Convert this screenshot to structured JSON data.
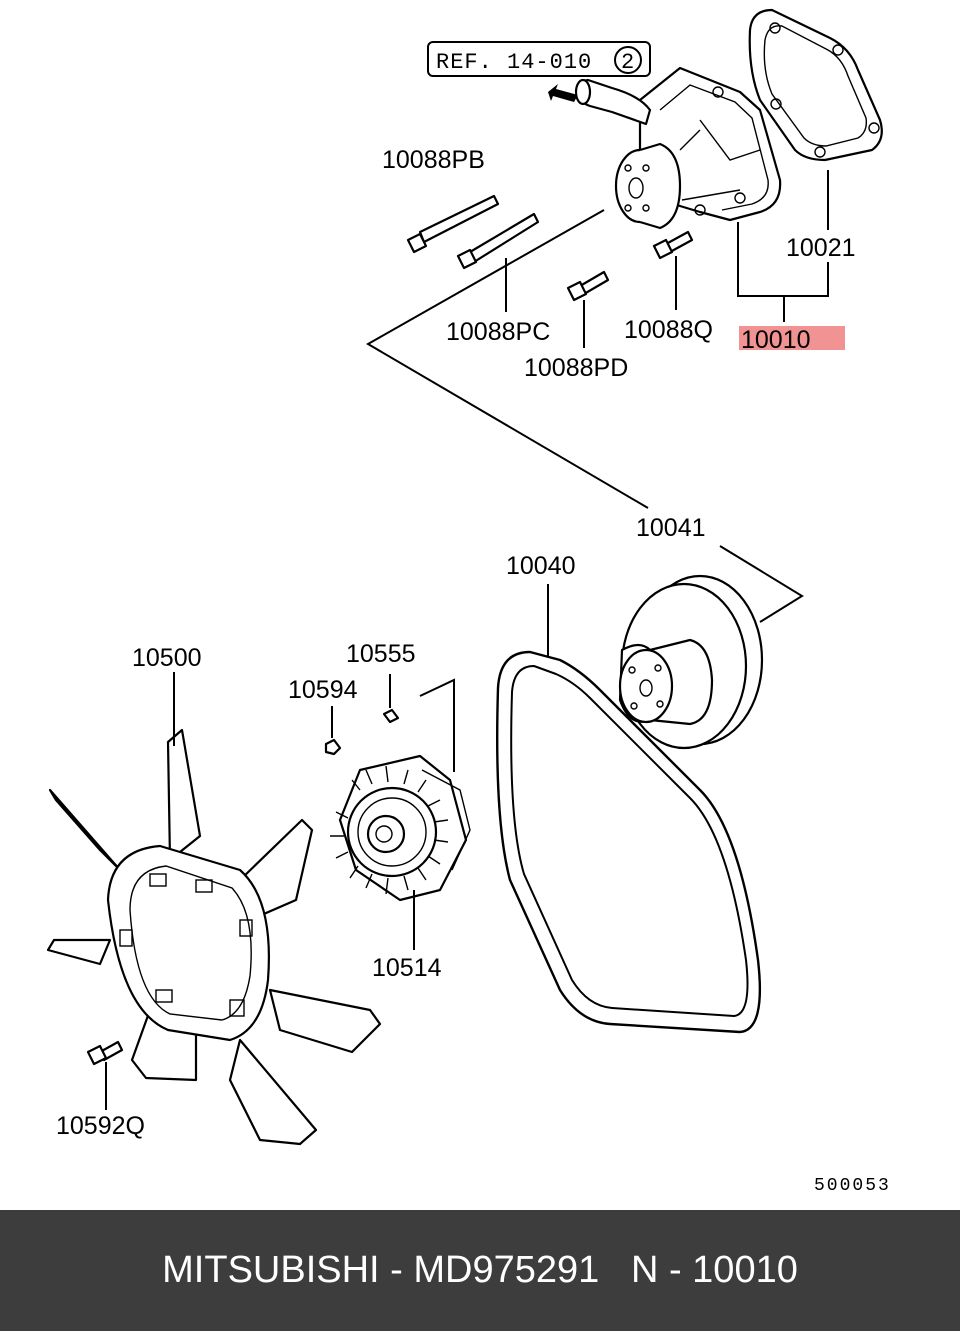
{
  "reference": {
    "text": "REF. 14-010",
    "circle_number": "2"
  },
  "parts": [
    {
      "id": "bolt-pb",
      "label": "10088PB"
    },
    {
      "id": "gasket",
      "label": "10021"
    },
    {
      "id": "bolt-pc",
      "label": "10088PC"
    },
    {
      "id": "bolt-q",
      "label": "10088Q"
    },
    {
      "id": "water-pump",
      "label": "10010",
      "highlighted": true
    },
    {
      "id": "bolt-pd",
      "label": "10088PD"
    },
    {
      "id": "pulley",
      "label": "10041"
    },
    {
      "id": "belt",
      "label": "10040"
    },
    {
      "id": "fan",
      "label": "10500"
    },
    {
      "id": "fan-nut-a",
      "label": "10555"
    },
    {
      "id": "fan-nut-b",
      "label": "10594"
    },
    {
      "id": "fan-clutch",
      "label": "10514"
    },
    {
      "id": "fan-bolt",
      "label": "10592Q"
    }
  ],
  "diagram_code": "500053",
  "highlight_color": "#f08080",
  "footer": {
    "text": "MITSUBISHI - MD975291   N - 10010"
  }
}
